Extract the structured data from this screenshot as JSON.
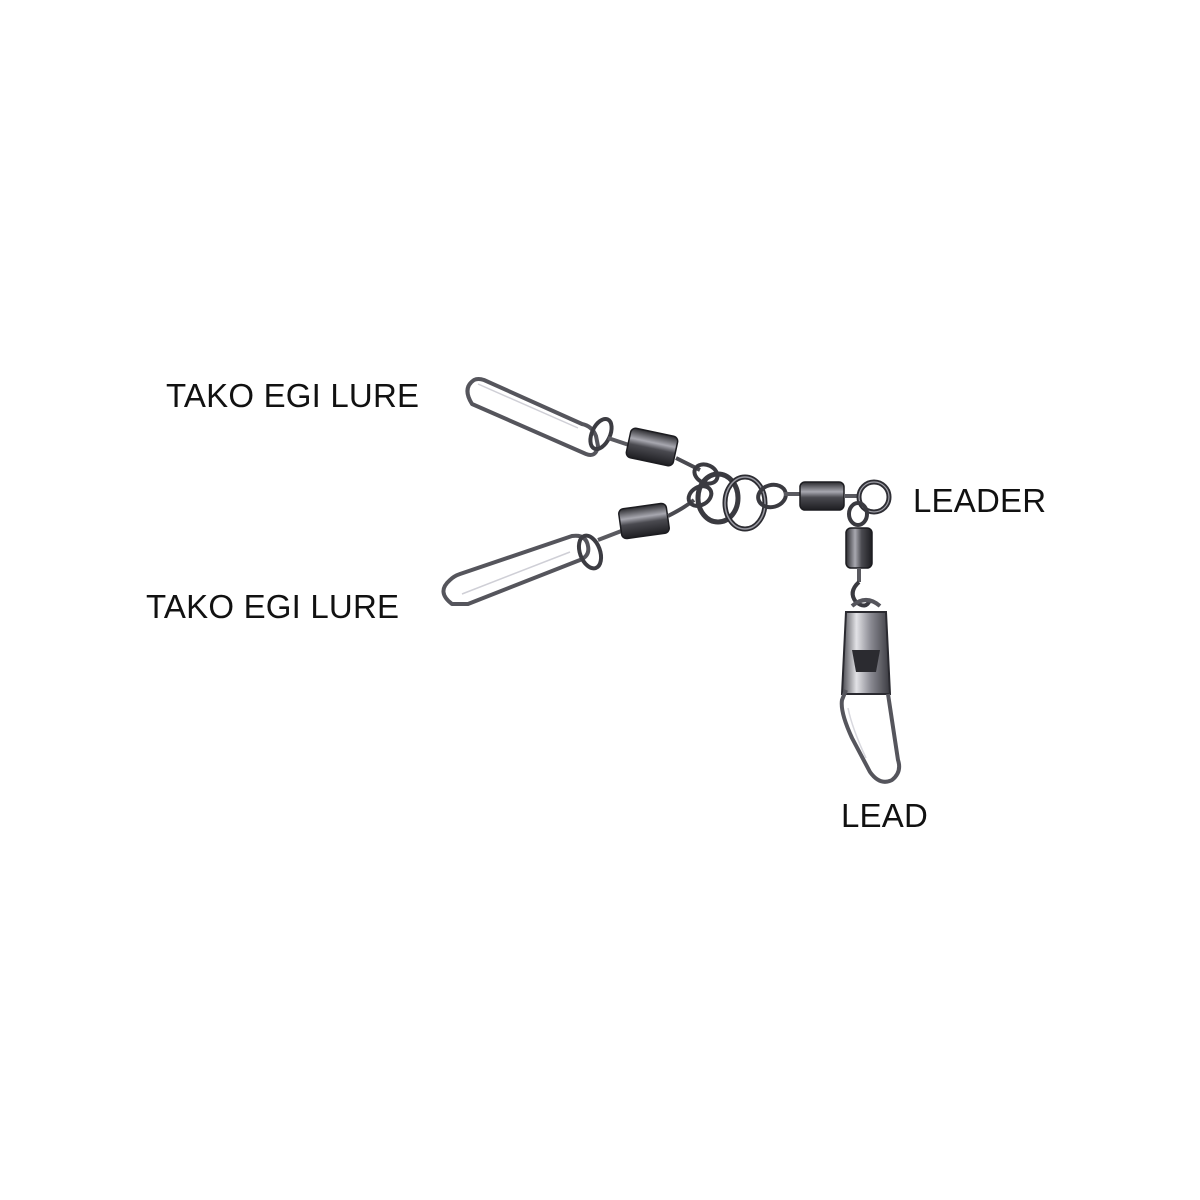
{
  "labels": {
    "lure_top": "TAKO EGI LURE",
    "lure_bottom": "TAKO EGI LURE",
    "leader": "LEADER",
    "lead": "LEAD"
  },
  "colors": {
    "background": "#ffffff",
    "text": "#111111",
    "metal_dark": "#2f2f33",
    "metal_mid": "#6b6b72",
    "metal_light": "#d9d9de"
  },
  "icons": {
    "assembly": "swivel-snap-rig-image"
  }
}
